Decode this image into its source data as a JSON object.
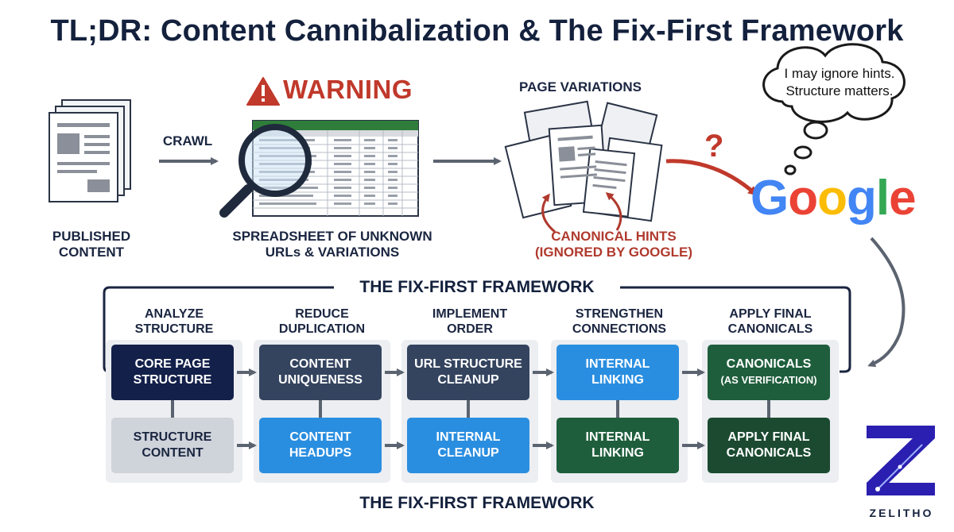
{
  "title": "TL;DR: Content Cannibalization & The Fix-First Framework",
  "top": {
    "published_label": [
      "PUBLISHED",
      "CONTENT"
    ],
    "crawl_label": "CRAWL",
    "warning_label": "WARNING",
    "spreadsheet_label": [
      "SPREADSHEET OF UNKNOWN",
      "URLs & VARIATIONS"
    ],
    "page_variations_label": "PAGE VARIATIONS",
    "canonical_hints_label": [
      "CANONICAL HINTS",
      "(IGNORED BY GOOGLE)"
    ],
    "question_mark": "?",
    "thought_bubble": [
      "I may ignore hints.",
      "Structure matters."
    ],
    "google_letters": [
      {
        "ch": "G",
        "color": "#4285F4"
      },
      {
        "ch": "o",
        "color": "#EA4335"
      },
      {
        "ch": "o",
        "color": "#FBBC05"
      },
      {
        "ch": "g",
        "color": "#4285F4"
      },
      {
        "ch": "l",
        "color": "#34A853"
      },
      {
        "ch": "e",
        "color": "#EA4335"
      }
    ]
  },
  "framework": {
    "title": "THE FIX-FIRST FRAMEWORK",
    "bottom_title": "THE FIX-FIRST FRAMEWORK",
    "columns": [
      {
        "heading": [
          "ANALYZE",
          "STRUCTURE"
        ],
        "top_box": {
          "lines": [
            "CORE PAGE",
            "STRUCTURE"
          ],
          "color": "#13204a"
        },
        "bottom_box": {
          "lines": [
            "STRUCTURE",
            "CONTENT"
          ],
          "color": "#cfd3da"
        }
      },
      {
        "heading": [
          "REDUCE",
          "DUPLICATION"
        ],
        "top_box": {
          "lines": [
            "CONTENT",
            "UNIQUENESS"
          ],
          "color": "#34445f"
        },
        "bottom_box": {
          "lines": [
            "CONTENT",
            "HEADUPS"
          ],
          "color": "#2a8ee0"
        }
      },
      {
        "heading": [
          "IMPLEMENT",
          "ORDER"
        ],
        "top_box": {
          "lines": [
            "URL STRUCTURE",
            "CLEANUP"
          ],
          "color": "#34445f"
        },
        "bottom_box": {
          "lines": [
            "INTERNAL",
            "CLEANUP"
          ],
          "color": "#2a8ee0"
        }
      },
      {
        "heading": [
          "STRENGTHEN",
          "CONNECTIONS"
        ],
        "top_box": {
          "lines": [
            "INTERNAL",
            "LINKING"
          ],
          "color": "#2a8ee0"
        },
        "bottom_box": {
          "lines": [
            "INTERNAL",
            "LINKING"
          ],
          "color": "#1e5e3c"
        }
      },
      {
        "heading": [
          "APPLY FINAL",
          "CANONICALS"
        ],
        "top_box": {
          "lines": [
            "CANONICALS",
            "(AS VERIFICATION)"
          ],
          "color": "#1e5e3c"
        },
        "bottom_box": {
          "lines": [
            "APPLY FINAL",
            "CANONICALS"
          ],
          "color": "#1b4a30"
        }
      }
    ]
  },
  "logo": {
    "text": "ZELITHO",
    "color": "#2a1fb0"
  },
  "colors": {
    "navy": "#14213d",
    "arrow_gray": "#5c6370",
    "warning_red": "#c0392b",
    "hint_red": "#b03a2e"
  }
}
